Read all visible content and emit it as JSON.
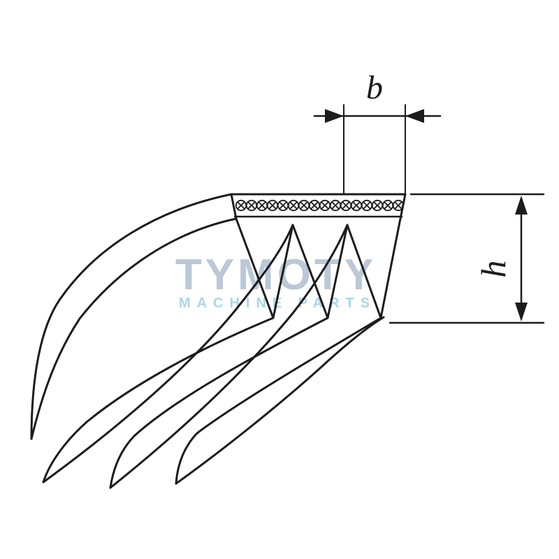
{
  "diagram": {
    "type": "technical-drawing",
    "subject": "poly-v-belt-cross-section",
    "dimensions": {
      "width_label": "b",
      "height_label": "h"
    },
    "watermark": {
      "line1": "TYMOTY",
      "line2": "MACHINE PARTS",
      "color1": "#b7c6d5",
      "color2": "#a6d4ea"
    },
    "colors": {
      "line": "#1c1c1c",
      "background": "#ffffff"
    },
    "cord_count": 16
  }
}
